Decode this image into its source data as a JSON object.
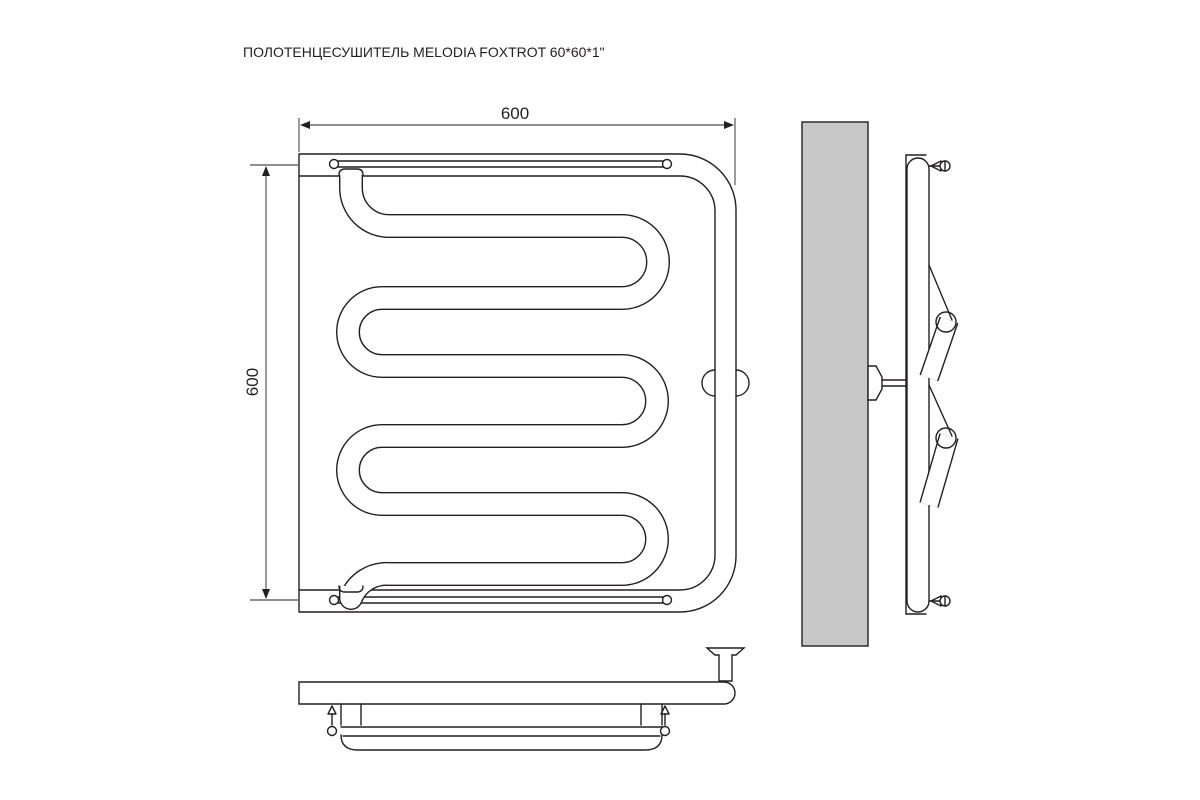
{
  "title": "ПОЛОТЕНЦЕСУШИТЕЛЬ MELODIA FOXTROT 60*60*1\"",
  "dimensions": {
    "width_label": "600",
    "height_label": "600"
  },
  "colors": {
    "line": "#231f20",
    "wall": "#c8c8c8",
    "background": "#ffffff"
  },
  "views": [
    "front-view",
    "wall-section",
    "side-view",
    "top-view"
  ]
}
